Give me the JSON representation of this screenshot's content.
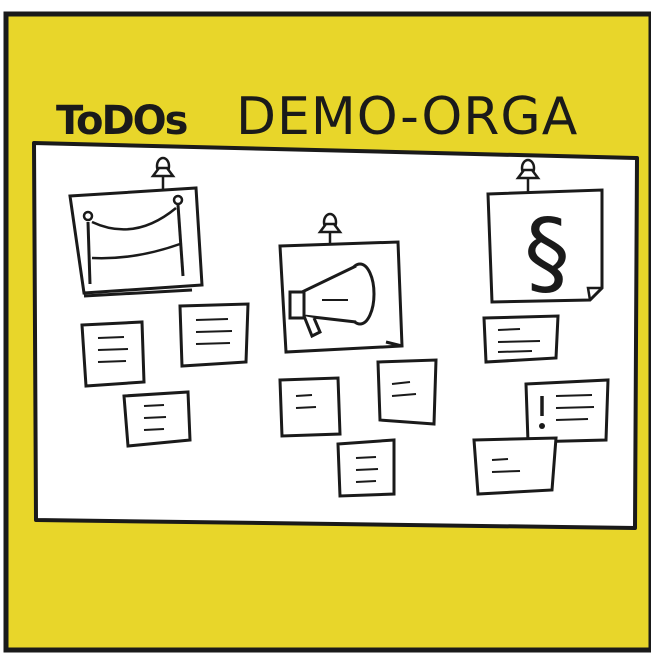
{
  "colors": {
    "frame_yellow": "#e8d62a",
    "board_white": "#ffffff",
    "ink": "#1a1a1a"
  },
  "header": {
    "todos": "ToDOs",
    "title": "DEMO-ORGA"
  },
  "columns": [
    {
      "icon": "barrier-rope-icon",
      "cards": 3
    },
    {
      "icon": "megaphone-icon",
      "cards": 3
    },
    {
      "icon": "paragraph-sign-icon",
      "glyph": "§",
      "cards": 3
    }
  ]
}
